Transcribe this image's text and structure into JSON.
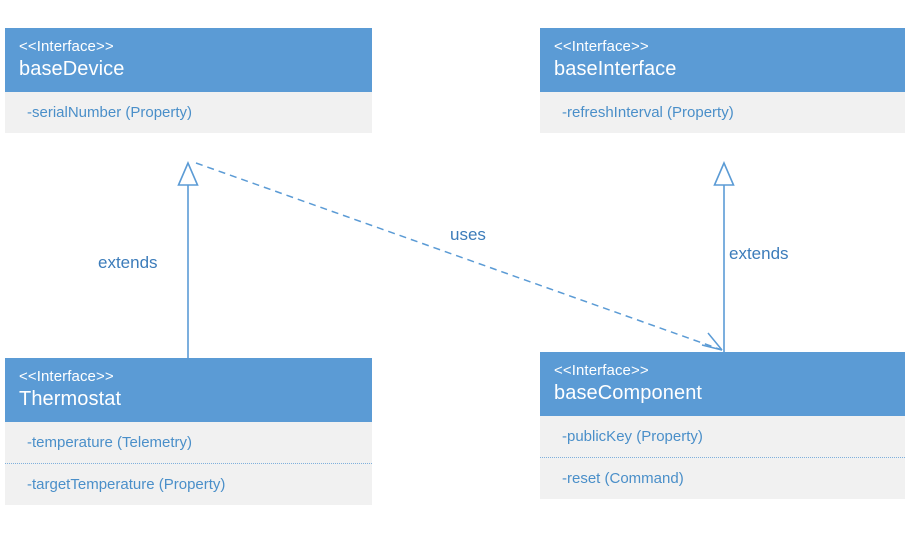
{
  "diagram": {
    "type": "uml-class-diagram",
    "background_color": "#ffffff",
    "header_color": "#5B9BD5",
    "body_color": "#f1f1f1",
    "line_color": "#5B9BD5",
    "member_text_color": "#4A8FC9",
    "label_text_color": "#3C7CBA",
    "classes": [
      {
        "id": "baseDevice",
        "stereotype": "<<Interface>>",
        "name": "baseDevice",
        "members": [
          "-serialNumber (Property)"
        ]
      },
      {
        "id": "baseInterface",
        "stereotype": "<<Interface>>",
        "name": "baseInterface",
        "members": [
          "-refreshInterval (Property)"
        ]
      },
      {
        "id": "Thermostat",
        "stereotype": "<<Interface>>",
        "name": "Thermostat",
        "members": [
          "-temperature (Telemetry)",
          "-targetTemperature (Property)"
        ]
      },
      {
        "id": "baseComponent",
        "stereotype": "<<Interface>>",
        "name": "baseComponent",
        "members": [
          "-publicKey (Property)",
          "-reset (Command)"
        ]
      }
    ],
    "relationships": [
      {
        "id": "thermostat-extends-basedevice",
        "label": "extends",
        "kind": "generalization",
        "style": "solid",
        "arrowhead": "hollow-triangle",
        "source": "Thermostat",
        "target": "baseDevice"
      },
      {
        "id": "basecomponent-extends-baseinterface",
        "label": "extends",
        "kind": "generalization",
        "style": "solid",
        "arrowhead": "hollow-triangle",
        "source": "baseComponent",
        "target": "baseInterface"
      },
      {
        "id": "basedevice-uses-basecomponent",
        "label": "uses",
        "kind": "dependency",
        "style": "dashed",
        "arrowhead": "open",
        "source": "baseDevice",
        "target": "baseComponent"
      }
    ]
  }
}
